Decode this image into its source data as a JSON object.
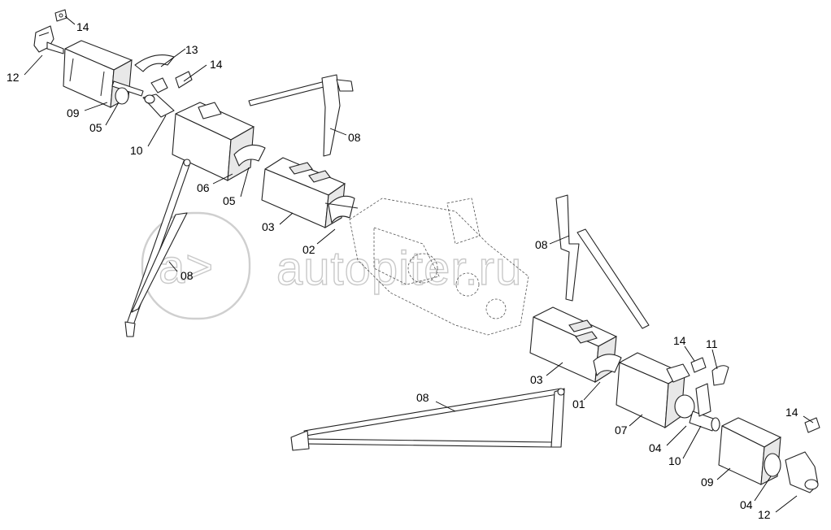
{
  "watermark": {
    "text": "autopiter.ru",
    "logo_glyph": "a>"
  },
  "callouts": {
    "c14a": "14",
    "c12a": "12",
    "c13": "13",
    "c14b": "14",
    "c09a": "09",
    "c05a": "05",
    "c10a": "10",
    "c08a": "08",
    "c06": "06",
    "c05b": "05",
    "c03a": "03",
    "c02": "02",
    "c08b": "08",
    "c08c": "08",
    "c03b": "03",
    "c14c": "14",
    "c11": "11",
    "c01": "01",
    "c08d": "08",
    "c07": "07",
    "c04a": "04",
    "c10b": "10",
    "c14d": "14",
    "c09b": "09",
    "c04b": "04",
    "c12b": "12"
  }
}
